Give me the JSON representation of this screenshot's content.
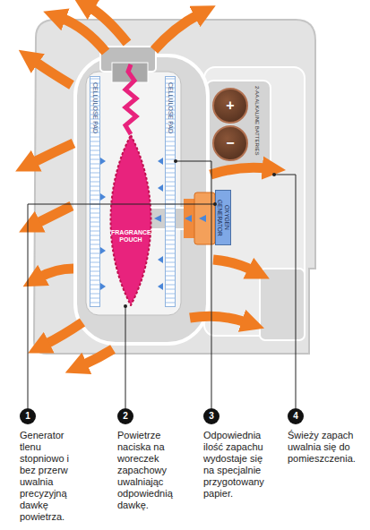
{
  "diagram": {
    "nodes": [
      {
        "text": [
          "CELLULOSE PAD"
        ]
      },
      {
        "text": [
          "FRAGRANCE POUCH"
        ]
      },
      {
        "text": [
          "CELLULOSE PAD"
        ]
      },
      {
        "text": [
          "OXYGEN GENERATOR"
        ]
      },
      {
        "text": [
          "+"
        ]
      },
      {
        "text": [
          "−"
        ]
      },
      {
        "text": [
          "1",
          "Generator tlenu stopniowo i bez przerw uwalnia precyzyjną dawkę powietrza."
        ]
      },
      {
        "text": [
          "2",
          "Powietrze naciska na woreczek zapachowy uwalniając odpowiednią dawkę."
        ]
      },
      {
        "text": [
          "3",
          "Odpowiednia ilość zapachu wydostaje się na specjalnie przygotowany papier."
        ]
      },
      {
        "text": [
          "4",
          "Świeży zapach uwalnia się do pomieszczenia."
        ]
      }
    ],
    "edges": [
      {
        "from": 6,
        "to": 3,
        "arrow": "none"
      },
      {
        "from": 7,
        "to": 1,
        "arrow": "none"
      },
      {
        "from": 8,
        "to": 2,
        "arrow": "none"
      }
    ],
    "labels": [
      "2-AA ALKALINE BATTERIES"
    ]
  }
}
